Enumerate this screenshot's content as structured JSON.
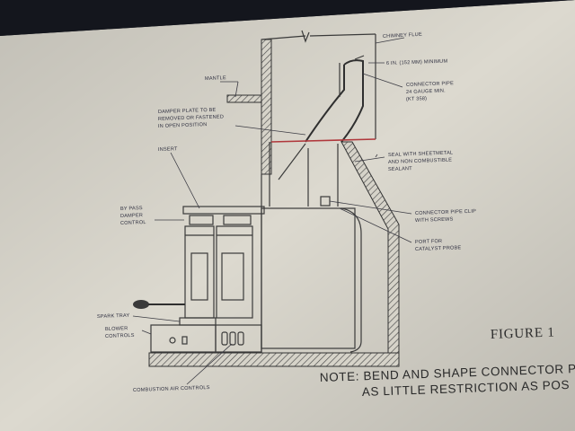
{
  "labels": {
    "chimney_flue": "CHIMNEY FLUE",
    "minimum_line1": "6 IN. (152 MM) MINIMUM",
    "connector_line1": "CONNECTOR PIPE",
    "connector_line2": "24 GAUGE MIN.",
    "connector_line3": "(KT 358)",
    "mantle": "MANTLE",
    "damper_line1": "DAMPER PLATE TO BE",
    "damper_line2": "REMOVED OR FASTENED",
    "damper_line3": "IN OPEN POSITION",
    "seal_line1": "SEAL WITH SHEETMETAL",
    "seal_line2": "AND NON COMBUSTIBLE",
    "seal_line3": "SEALANT",
    "insert": "INSERT",
    "bypass_line1": "BY PASS",
    "bypass_line2": "DAMPER",
    "bypass_line3": "CONTROL",
    "clip_line1": "CONNECTOR PIPE CLIP",
    "clip_line2": "WITH SCREWS",
    "port_line1": "PORT FOR",
    "port_line2": "CATALYST PROBE",
    "spark_tray": "SPARK TRAY",
    "blower_line1": "BLOWER",
    "blower_line2": "CONTROLS",
    "combustion": "COMBUSTION AIR CONTROLS",
    "figure": "FIGURE 1",
    "note_line1": "NOTE: BEND AND SHAPE CONNECTOR PI",
    "note_line2": "AS LITTLE RESTRICTION AS POS"
  },
  "colors": {
    "paper": "#dcd9cf",
    "ink": "#2f2f2f",
    "seal_red": "#b0383c",
    "background": "#14161d"
  }
}
